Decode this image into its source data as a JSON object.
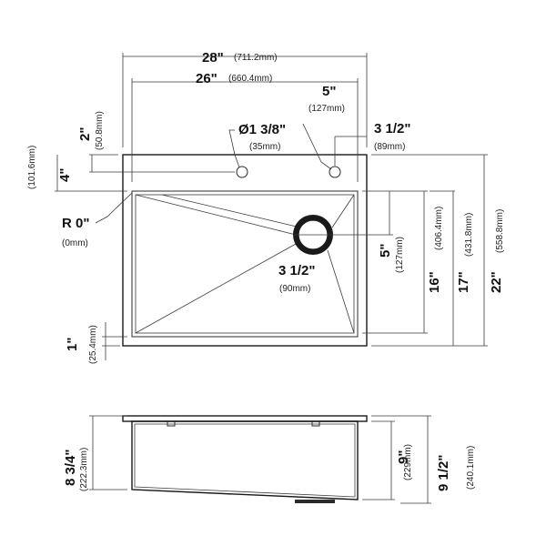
{
  "top_view": {
    "overall_width": {
      "inch": "28\"",
      "mm": "(711.2mm)"
    },
    "inner_width": {
      "inch": "26\"",
      "mm": "(660.4mm)"
    },
    "faucet_spacing": {
      "inch": "5\"",
      "mm": "(127mm)"
    },
    "right_offset": {
      "inch": "3 1/2\"",
      "mm": "(89mm)"
    },
    "top_margin": {
      "inch": "2\"",
      "mm": "(50.8mm)"
    },
    "hole_diameter": {
      "inch": "Ø1 3/8\"",
      "mm": "(35mm)"
    },
    "deck_depth": {
      "inch": "4\"",
      "mm": "(101.6mm)"
    },
    "corner_radius": {
      "inch": "R 0\"",
      "mm": "(0mm)"
    },
    "drain_diameter": {
      "inch": "3 1/2\"",
      "mm": "(90mm)"
    },
    "drain_offset": {
      "inch": "5\"",
      "mm": "(127mm)"
    },
    "bowl_depth": {
      "inch": "16\"",
      "mm": "(406.4mm)"
    },
    "inner_depth": {
      "inch": "17\"",
      "mm": "(431.8mm)"
    },
    "overall_depth": {
      "inch": "22\"",
      "mm": "(558.8mm)"
    },
    "bottom_margin": {
      "inch": "1\"",
      "mm": "(25.4mm)"
    }
  },
  "side_view": {
    "left_height": {
      "inch": "8 3/4\"",
      "mm": "(222.3mm)"
    },
    "inner_height": {
      "inch": "9\"",
      "mm": "(229mm)"
    },
    "total_height": {
      "inch": "9 1/2\"",
      "mm": "(240.1mm)"
    }
  }
}
